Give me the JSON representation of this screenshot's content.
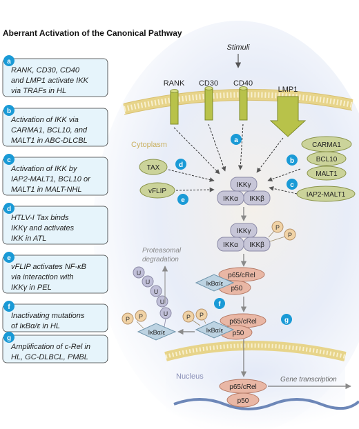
{
  "title": "Aberrant Activation of the Canonical Pathway",
  "legend": [
    {
      "letter": "a",
      "text": [
        "RANK, CD30, CD40",
        "and LMP1 activate IKK",
        "via TRAFs in HL"
      ]
    },
    {
      "letter": "b",
      "text": [
        "Activation of IKK via",
        "CARMA1, BCL10, and",
        "MALT1 in ABC-DLCBL"
      ]
    },
    {
      "letter": "c",
      "text": [
        "Activation of IKK by",
        "IAP2-MALT1, BCL10 or",
        "MALT1 in MALT-NHL"
      ]
    },
    {
      "letter": "d",
      "text": [
        "HTLV-I Tax binds",
        "IKKγ and activates",
        "IKK in ATL"
      ]
    },
    {
      "letter": "e",
      "text": [
        "vFLIP activates NF-κB",
        "via interaction with",
        "IKKγ in PEL"
      ]
    },
    {
      "letter": "f",
      "text": [
        "Inactivating mutations",
        "of IκBα/ε in HL"
      ]
    },
    {
      "letter": "g",
      "text": [
        "Amplification of c-Rel in",
        "HL, GC-DLBCL, PMBL"
      ]
    }
  ],
  "labels": {
    "stimuli": "Stimuli",
    "cytoplasm": "Cytoplasm",
    "nucleus": "Nucleus",
    "proteasomal": [
      "Proteasomal",
      "degradation"
    ],
    "gene_transcription": "Gene transcription"
  },
  "receptors": [
    "RANK",
    "CD30",
    "CD40",
    "LMP1"
  ],
  "adaptors": [
    "CARMA1",
    "BCL10",
    "MALT1",
    "IAP2-MALT1"
  ],
  "viral": [
    "TAX",
    "vFLIP"
  ],
  "ikk": {
    "gamma": "IKKγ",
    "alpha": "IKKα",
    "beta": "IKKβ"
  },
  "nfkb": {
    "p65": "p65/cRel",
    "p50": "p50"
  },
  "ikb": "IκBα/ε",
  "phospho": "P",
  "ubiquitin": "U",
  "colors": {
    "circle_blue": "#1a9ad6",
    "legend_bg": "#e6f4fb",
    "membrane": "#eadc9a",
    "receptor": "#b8c24a",
    "olive": "#cbd39a",
    "ikk": "#c7c6d8",
    "p65": "#e9b7a5",
    "ikb": "#bdd3e2",
    "phos": "#f1d3a6",
    "ub": "#c0bfd8"
  }
}
